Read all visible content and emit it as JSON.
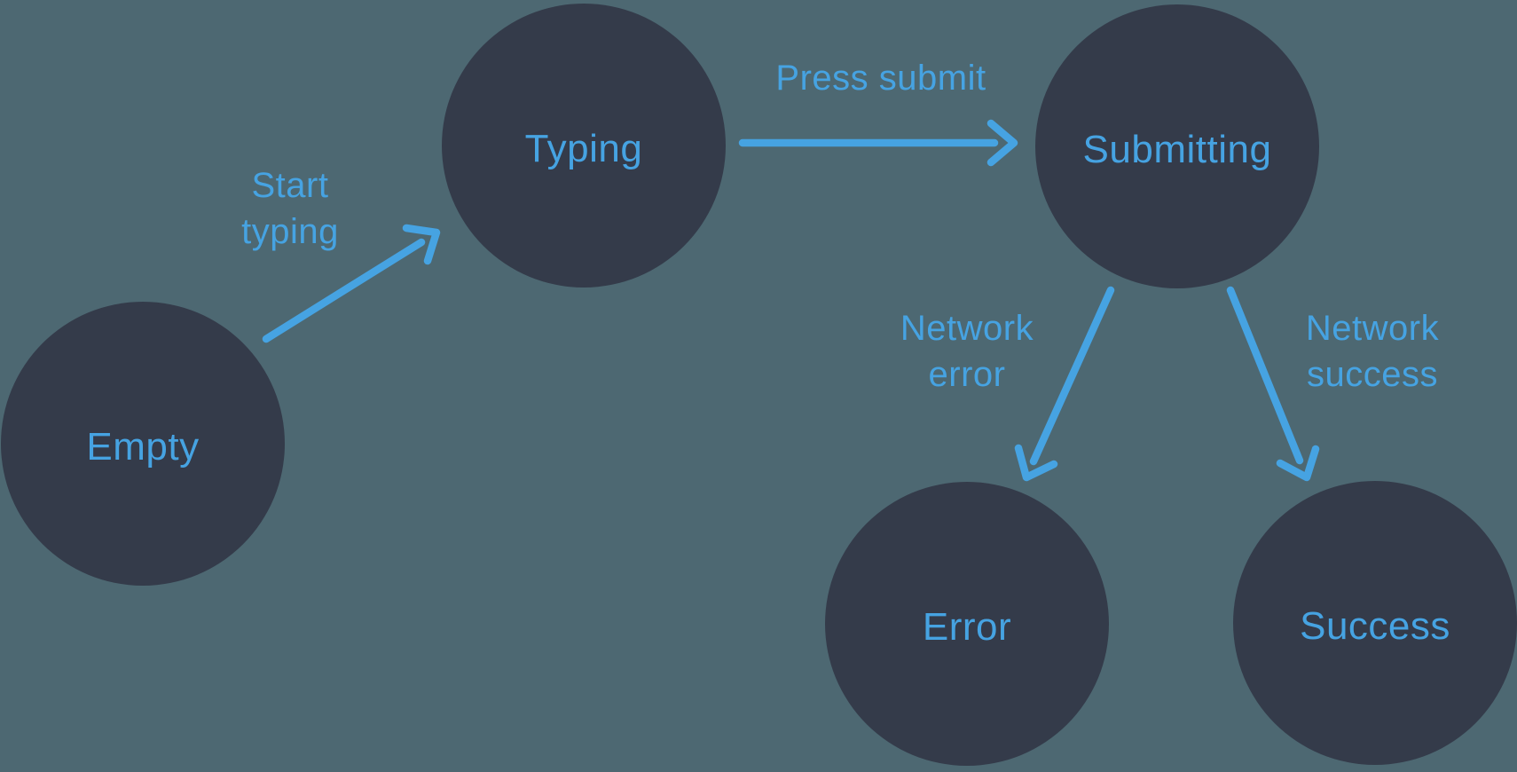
{
  "diagram": {
    "type": "state-machine",
    "nodes": [
      {
        "id": "empty",
        "label": "Empty"
      },
      {
        "id": "typing",
        "label": "Typing"
      },
      {
        "id": "submitting",
        "label": "Submitting"
      },
      {
        "id": "error",
        "label": "Error"
      },
      {
        "id": "success",
        "label": "Success"
      }
    ],
    "edges": [
      {
        "id": "start-typing",
        "from": "empty",
        "to": "typing",
        "label": "Start\ntyping"
      },
      {
        "id": "press-submit",
        "from": "typing",
        "to": "submitting",
        "label": "Press submit"
      },
      {
        "id": "network-error",
        "from": "submitting",
        "to": "error",
        "label": "Network\nerror"
      },
      {
        "id": "network-success",
        "from": "submitting",
        "to": "success",
        "label": "Network\nsuccess"
      }
    ],
    "colors": {
      "background": "#4D6872",
      "node_fill": "#343B4A",
      "accent": "#46A3E2"
    }
  }
}
